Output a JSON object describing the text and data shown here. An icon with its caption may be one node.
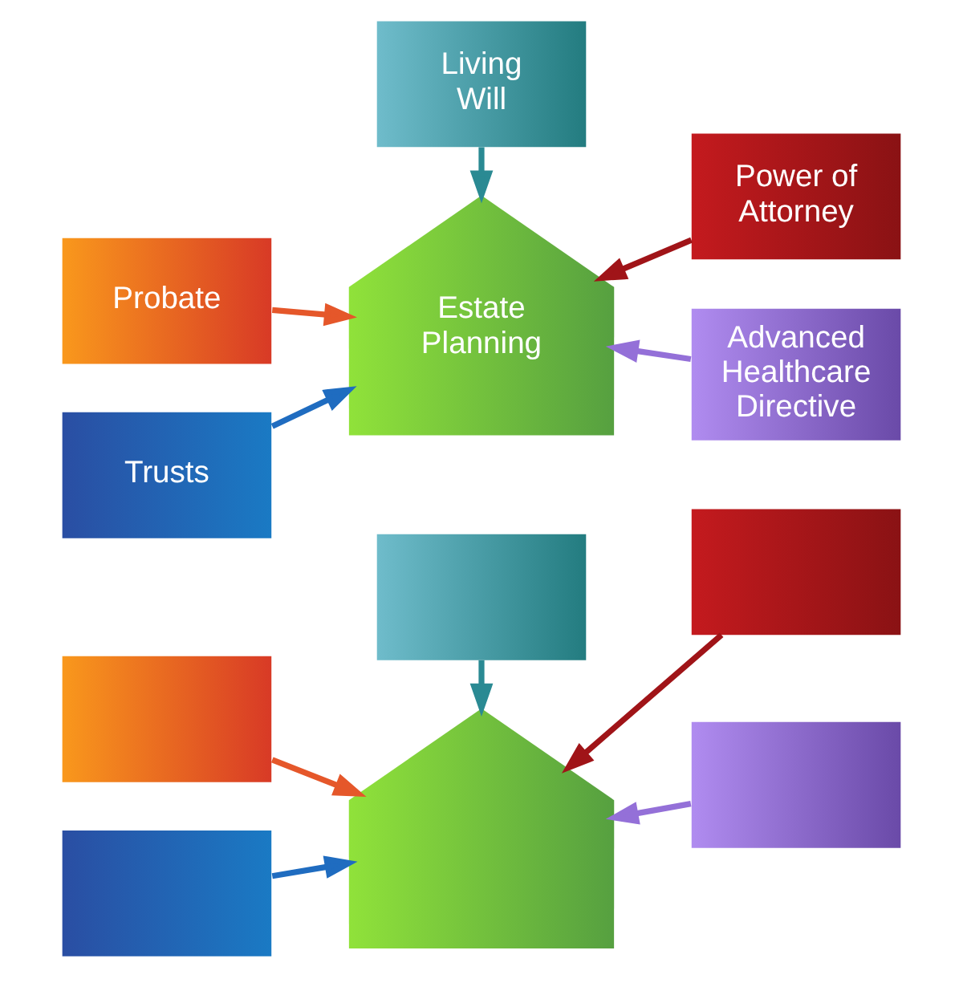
{
  "diagram": {
    "nodes": [
      {
        "text": [
          "Living Will"
        ]
      },
      {
        "text": [
          "Probate"
        ]
      },
      {
        "text": [
          "Power of Attorney"
        ]
      },
      {
        "text": [
          "Estate Planning"
        ]
      },
      {
        "text": [
          "Trusts"
        ]
      },
      {
        "text": [
          "Advanced Healthcare Directive"
        ]
      },
      {
        "text": [],
        "shape": "box"
      },
      {
        "text": [],
        "shape": "box"
      },
      {
        "text": [],
        "shape": "box"
      },
      {
        "text": [],
        "shape": "house"
      },
      {
        "text": [],
        "shape": "box"
      },
      {
        "text": [],
        "shape": "box"
      }
    ],
    "edges": [
      {
        "from": 0,
        "to": 3,
        "arrow": "to",
        "color": "#2a8a93"
      },
      {
        "from": 1,
        "to": 3,
        "arrow": "to",
        "color": "#e5572a"
      },
      {
        "from": 2,
        "to": 3,
        "arrow": "to",
        "color": "#a01418"
      },
      {
        "from": 4,
        "to": 3,
        "arrow": "to",
        "color": "#1f6cc0"
      },
      {
        "from": 5,
        "to": 3,
        "arrow": "to",
        "color": "#9470d8"
      },
      {
        "from": 6,
        "to": 9,
        "arrow": "to",
        "color": "#2a8a93"
      },
      {
        "from": 7,
        "to": 9,
        "arrow": "to",
        "color": "#e5572a"
      },
      {
        "from": 8,
        "to": 9,
        "arrow": "to",
        "color": "#a01418"
      },
      {
        "from": 10,
        "to": 9,
        "arrow": "to",
        "color": "#1f6cc0"
      },
      {
        "from": 11,
        "to": 9,
        "arrow": "to",
        "color": "#9470d8"
      }
    ]
  }
}
